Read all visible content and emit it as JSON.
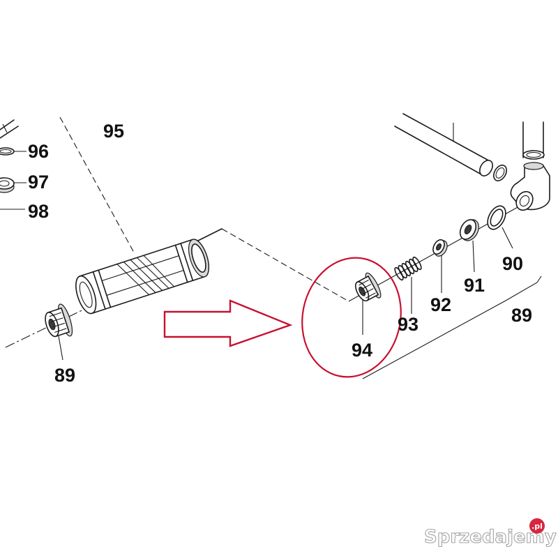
{
  "callouts": [
    "95",
    "96",
    "97",
    "98",
    "89",
    "94",
    "93",
    "92",
    "91",
    "90",
    "89"
  ],
  "watermark": {
    "brand": "Sprzedajemy",
    "suffix": ".pl"
  },
  "colors": {
    "highlight": "#c8102e",
    "line": "#1a1a1a",
    "watermark_dot": "#d7263d"
  }
}
